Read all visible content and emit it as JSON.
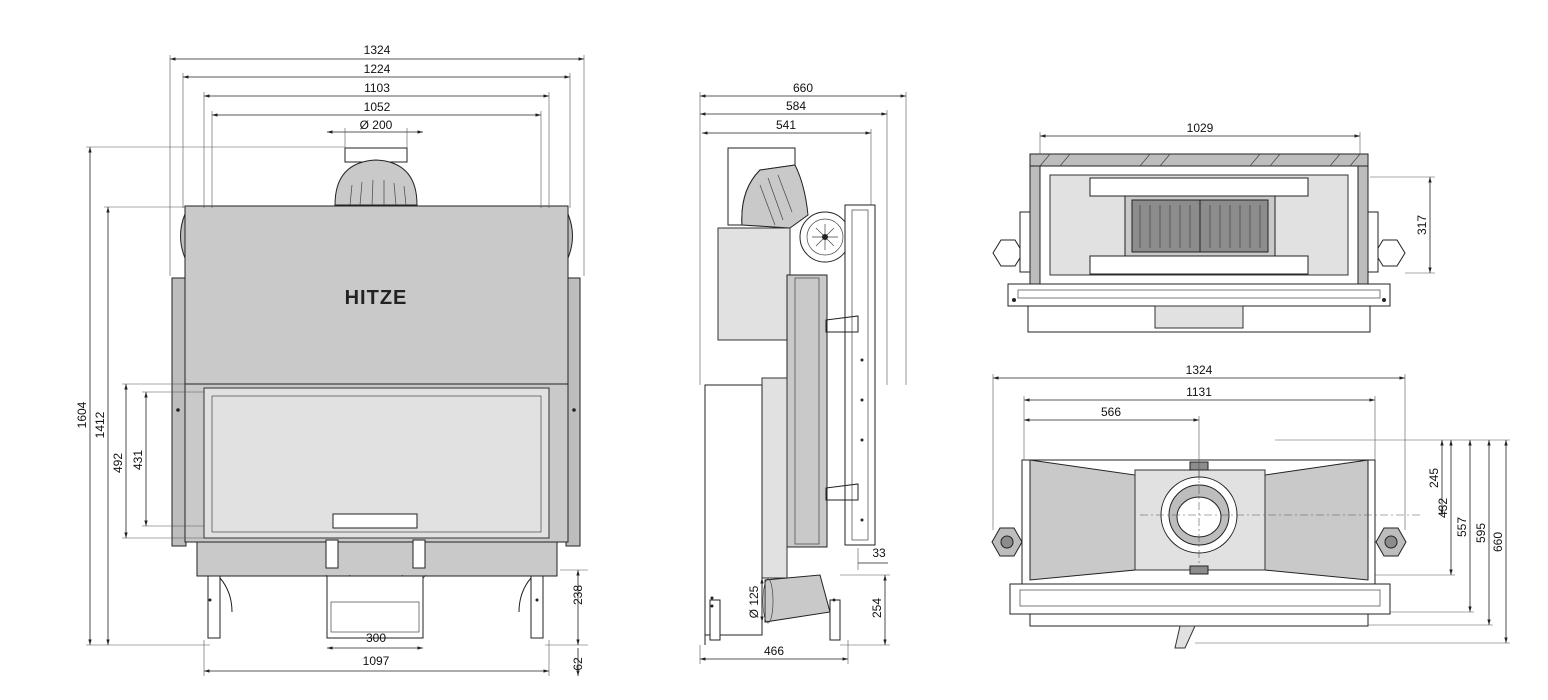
{
  "brand": "HITZE",
  "front_view": {
    "widths": [
      "1324",
      "1224",
      "1103",
      "1052"
    ],
    "flue_diameter": "Ø 200",
    "heights": [
      "1604",
      "1412",
      "492",
      "431"
    ],
    "bottom": [
      "300",
      "1097"
    ],
    "right": [
      "238",
      "62"
    ]
  },
  "side_view": {
    "widths": [
      "660",
      "584",
      "541"
    ],
    "inlet_diameter": "Ø 125",
    "bottom": "466",
    "right": [
      "33",
      "254"
    ]
  },
  "top_view": {
    "width": "1029",
    "depth": "317"
  },
  "plan_view": {
    "widths": [
      "1324",
      "1131",
      "566"
    ],
    "depths": [
      "245",
      "432",
      "557",
      "595",
      "660"
    ]
  }
}
